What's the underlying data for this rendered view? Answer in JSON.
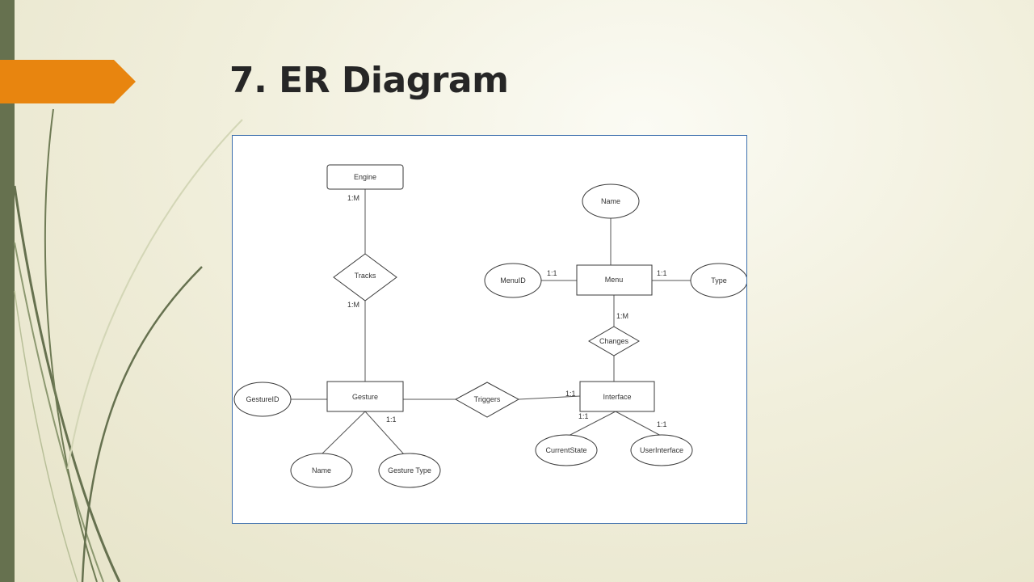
{
  "slide": {
    "title": "7. ER Diagram"
  },
  "colors": {
    "accent_orange": "#e8850f",
    "sidebar_green": "#66714f",
    "frame_border": "#3d6fae"
  },
  "diagram": {
    "entities": {
      "engine": "Engine",
      "menu": "Menu",
      "gesture": "Gesture",
      "interface": "Interface"
    },
    "relationships": {
      "tracks": "Tracks",
      "changes": "Changes",
      "triggers": "Triggers"
    },
    "attributes": {
      "menu_name": "Name",
      "menu_id": "MenuID",
      "menu_type": "Type",
      "gesture_id": "GestureID",
      "gesture_name": "Name",
      "gesture_type": "Gesture Type",
      "current_state": "CurrentState",
      "user_interface": "UserInterface"
    },
    "cardinalities": {
      "engine_tracks": "1:M",
      "tracks_gesture": "1:M",
      "menuid_menu": "1:1",
      "menu_type": "1:1",
      "menu_changes": "1:M",
      "gesture_type": "1:1",
      "triggers_interface": "1:1",
      "interface_currentstate": "1:1",
      "interface_userinterface": "1:1"
    }
  }
}
